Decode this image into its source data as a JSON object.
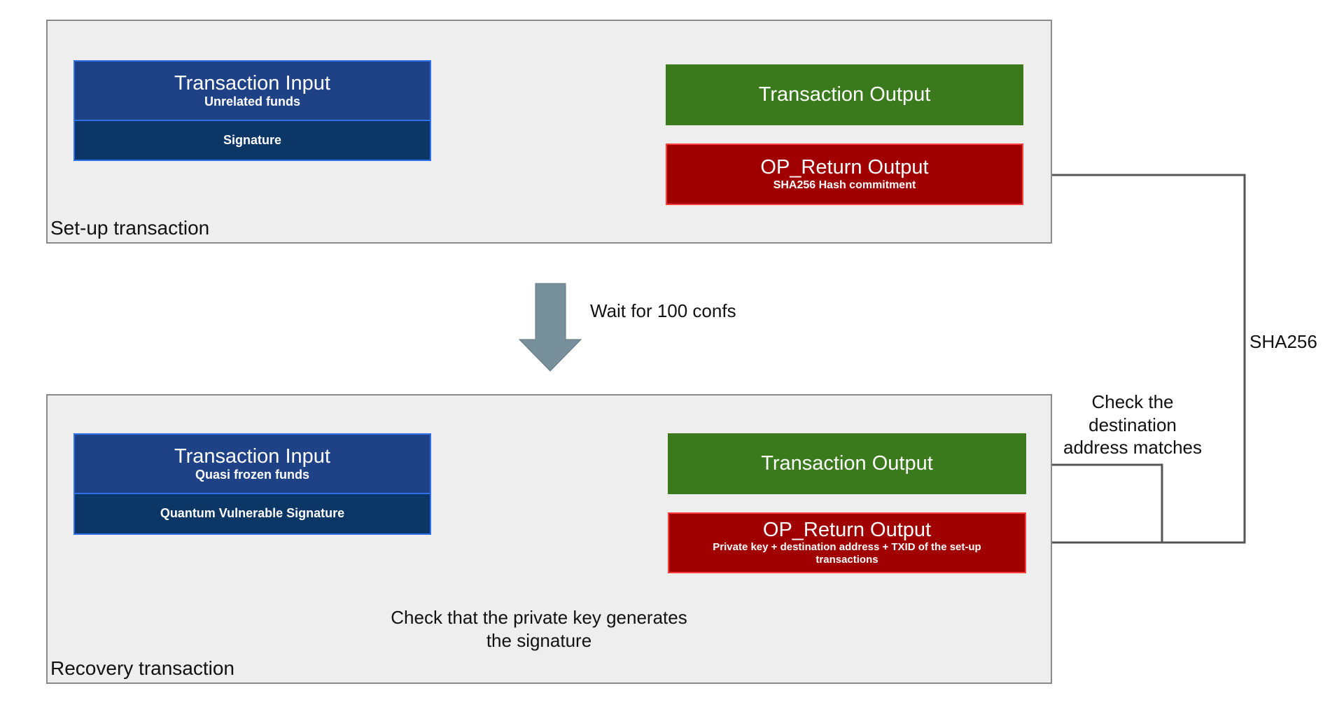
{
  "setup": {
    "panel_label": "Set-up transaction",
    "input": {
      "title": "Transaction Input",
      "subtitle": "Unrelated funds",
      "signature": "Signature"
    },
    "output": {
      "title": "Transaction Output"
    },
    "op_return": {
      "title": "OP_Return Output",
      "subtitle": "SHA256 Hash commitment"
    }
  },
  "recovery": {
    "panel_label": "Recovery transaction",
    "input": {
      "title": "Transaction Input",
      "subtitle": "Quasi frozen funds",
      "signature": "Quantum Vulnerable Signature"
    },
    "output": {
      "title": "Transaction Output"
    },
    "op_return": {
      "title": "OP_Return Output",
      "subtitle": "Private key + destination address + TXID of the set-up transactions"
    }
  },
  "annotations": {
    "wait": "Wait for 100 confs",
    "sha256": "SHA256",
    "check_destination": "Check the\ndestination\naddress matches",
    "check_private_key": "Check that the private key generates\nthe signature"
  },
  "colors": {
    "input_top": "#1f4287",
    "input_bottom": "#0b3666",
    "input_border": "#2f6fe8",
    "output_green": "#3a7a1c",
    "op_return_red": "#a00000",
    "op_return_border": "#ff3b3b",
    "block_arrow": "#78909c",
    "connector": "#555555",
    "panel_bg": "#eeeeee"
  }
}
